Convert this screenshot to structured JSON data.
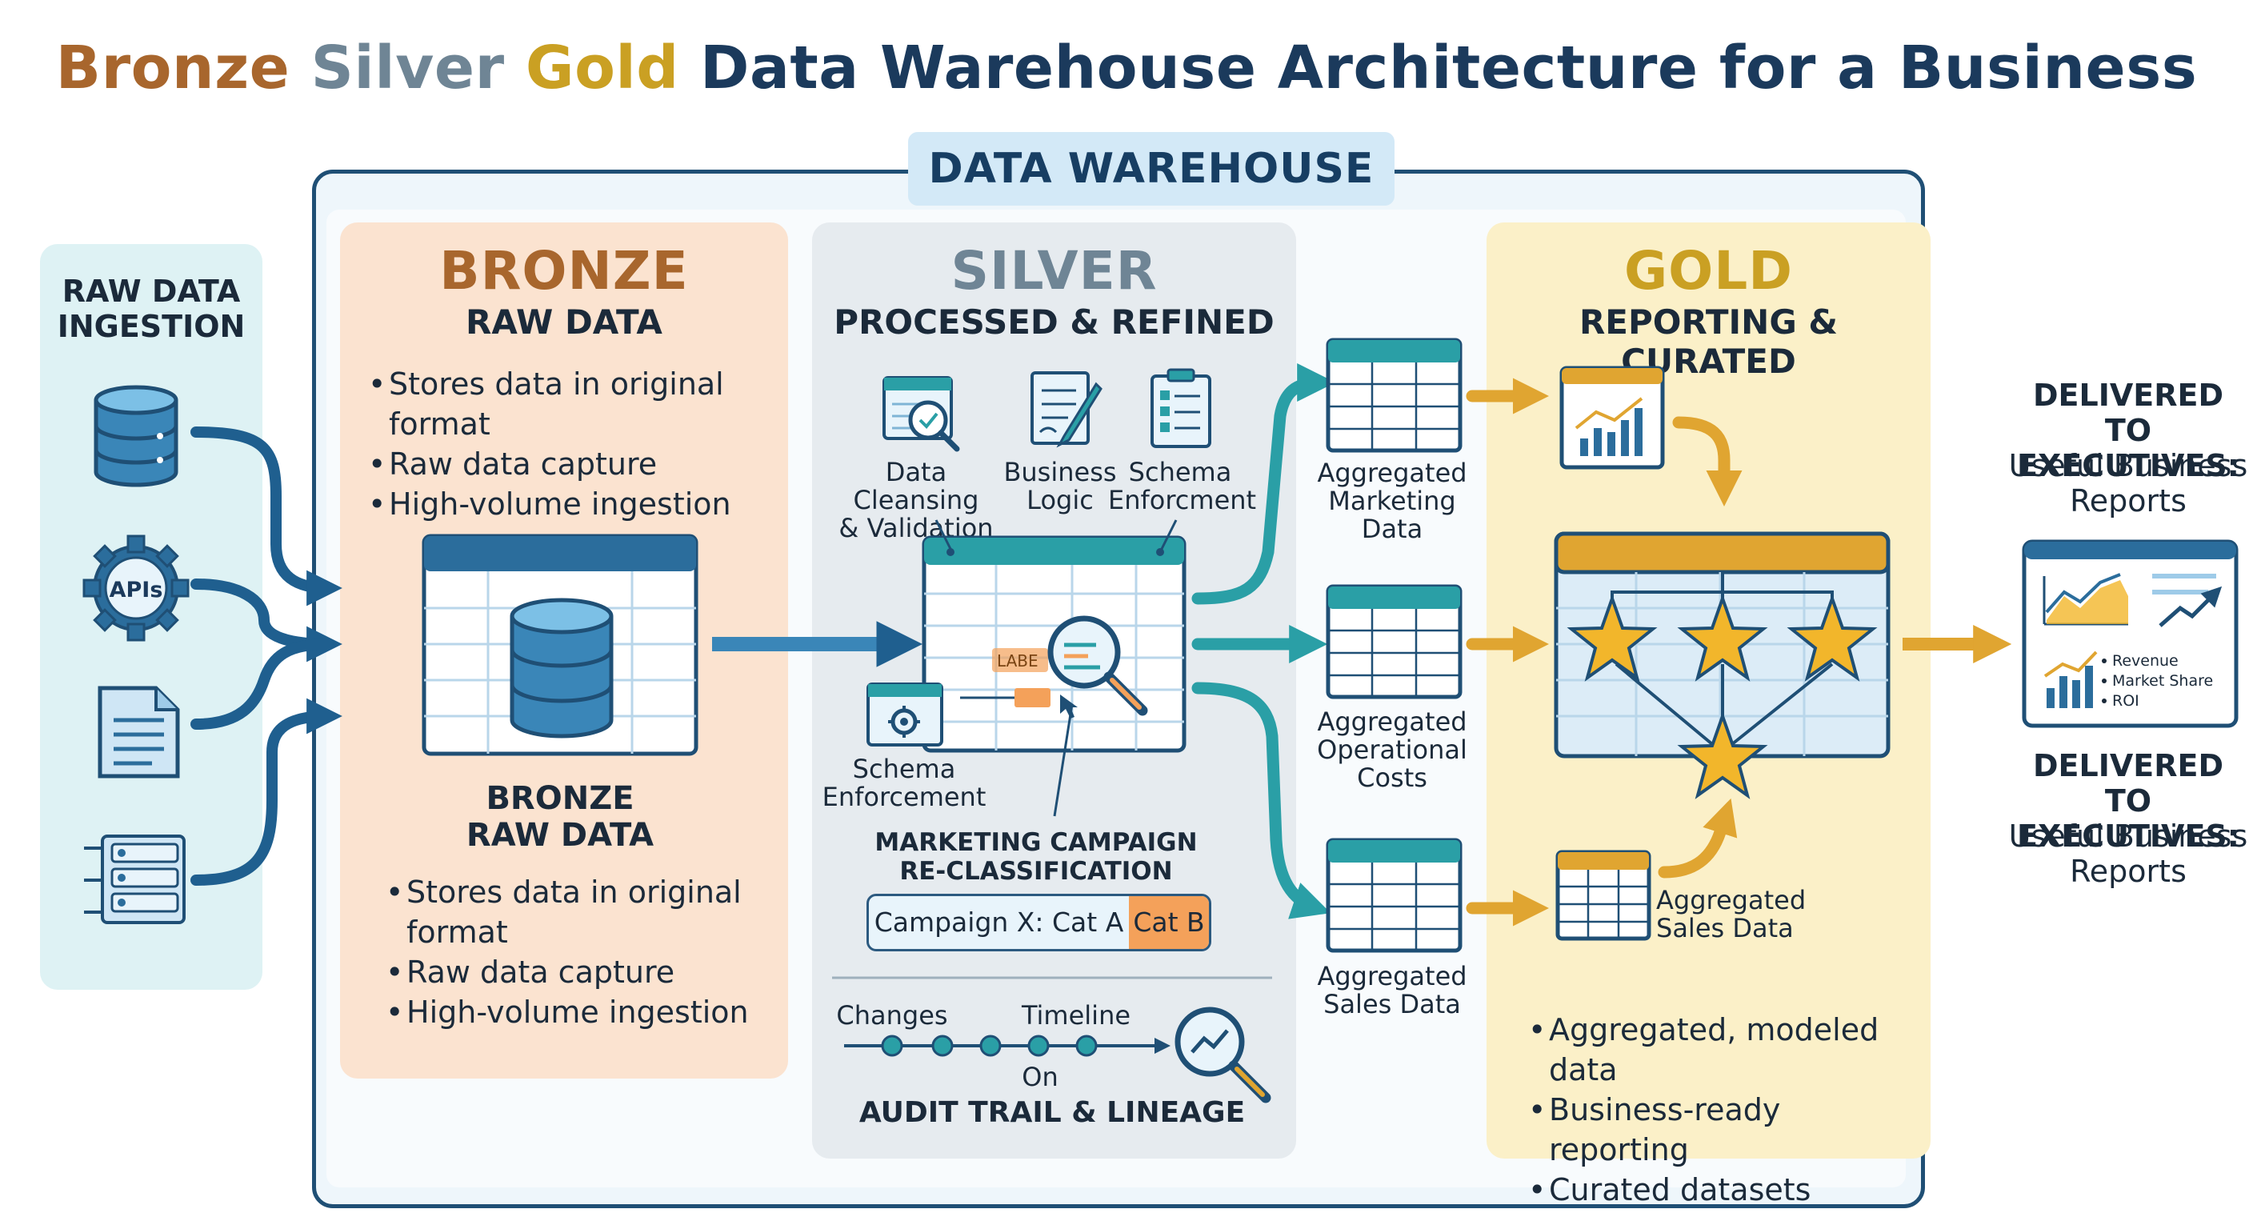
{
  "title": {
    "bronze": "Bronze",
    "silver": "Silver",
    "gold": "Gold",
    "rest": "Data Warehouse Architecture for a Business"
  },
  "warehouse_label": "DATA WAREHOUSE",
  "ingestion": {
    "title_line1": "RAW DATA",
    "title_line2": "INGESTION",
    "sources": [
      {
        "icon": "database-icon"
      },
      {
        "icon": "apis-gear-icon",
        "label": "APIs"
      },
      {
        "icon": "document-icon"
      },
      {
        "icon": "file-list-icon"
      }
    ]
  },
  "bronze": {
    "heading": "BRONZE",
    "subheading": "RAW DATA",
    "bullets": [
      "Stores data in original format",
      "Raw data capture",
      "High-volume ingestion"
    ],
    "lower_heading_line1": "BRONZE",
    "lower_heading_line2": "RAW DATA",
    "lower_bullets": [
      "Stores data in original",
      "format",
      "Raw data capture",
      "High-volume ingestion"
    ]
  },
  "silver": {
    "heading": "SILVER",
    "subheading": "PROCESSED & REFINED",
    "tools": [
      {
        "icon": "data-cleansing-icon",
        "line1": "Data Cleansing",
        "line2": "& Validation"
      },
      {
        "icon": "business-logic-icon",
        "line1": "Business",
        "line2": "Logic"
      },
      {
        "icon": "schema-checklist-icon",
        "line1": "Schema",
        "line2": "Enforcment"
      }
    ],
    "label_tag": "LABE",
    "schema_label_line1": "Schema",
    "schema_label_line2": "Enforcement",
    "campaign_title_line1": "MARKETING CAMPAIGN",
    "campaign_title_line2": "RE-CLASSIFICATION",
    "campaign_from": "Campaign X: Cat A →",
    "campaign_to": "Cat B",
    "audit_changes": "Changes",
    "audit_timeline": "Timeline",
    "audit_on": "On",
    "audit_title": "AUDIT TRAIL & LINEAGE"
  },
  "aggregates": [
    {
      "line1": "Aggregated",
      "line2": "Marketing Data"
    },
    {
      "line1": "Aggregated",
      "line2": "Operational",
      "line3": "Costs"
    },
    {
      "line1": "Aggregated",
      "line2": "Sales Data"
    }
  ],
  "gold": {
    "heading": "GOLD",
    "subheading": "REPORTING & CURATED",
    "sales_label_line1": "Aggregated",
    "sales_label_line2": "Sales Data",
    "bullets": [
      "Aggregated, modeled data",
      "Business-ready reporting",
      "Curated datasets"
    ]
  },
  "delivery": {
    "heading_line1": "DELIVERED TO",
    "heading_line2": "EXECUTIVES:",
    "sub_line1": "Useful Business",
    "sub_line2": "Reports",
    "report_items": [
      "Revenue",
      "Market Share",
      "ROI"
    ]
  },
  "colors": {
    "bronze": "#a8662d",
    "silver": "#6f8595",
    "gold": "#caa023",
    "navy": "#1b3a5c",
    "arrow_blue": "#1f5f8f",
    "teal": "#2a9fa6",
    "gold_arrow": "#e0a531",
    "orange_highlight": "#f4a15a"
  }
}
